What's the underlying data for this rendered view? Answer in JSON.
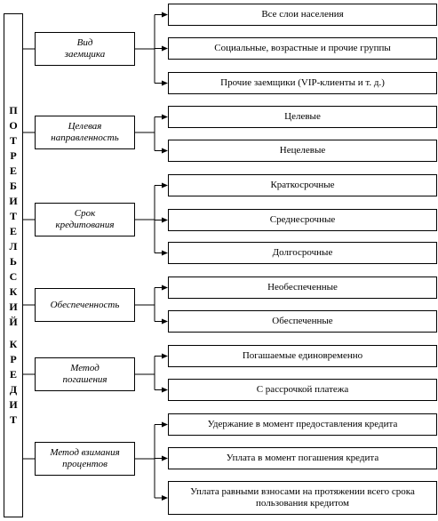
{
  "root_letters": [
    "П",
    "О",
    "Т",
    "Р",
    "Е",
    "Б",
    "И",
    "Т",
    "Е",
    "Л",
    "Ь",
    "С",
    "К",
    "И",
    "Й",
    "",
    "К",
    "Р",
    "Е",
    "Д",
    "И",
    "Т"
  ],
  "categories": [
    {
      "label": "Вид\nзаемщика",
      "items": [
        "Все слои населения",
        "Социальные, возрастные и прочие группы",
        "Прочие заемщики (VIP-клиенты и т. д.)"
      ]
    },
    {
      "label": "Целевая\nнаправленность",
      "items": [
        "Целевые",
        "Нецелевые"
      ]
    },
    {
      "label": "Срок\nкредитования",
      "items": [
        "Краткосрочные",
        "Среднесрочные",
        "Долгосрочные"
      ]
    },
    {
      "label": "Обеспеченность",
      "items": [
        "Необеспеченные",
        "Обеспеченные"
      ]
    },
    {
      "label": "Метод\nпогашения",
      "items": [
        "Погашаемые единовременно",
        "С рассрочкой платежа"
      ]
    },
    {
      "label": "Метод взимания\nпроцентов",
      "items": [
        "Удержание в момент предоставления кредита",
        "Уплата в момент погашения кредита",
        "Уплата равными взносами на протяжении всего срока пользования кредитом"
      ]
    }
  ]
}
